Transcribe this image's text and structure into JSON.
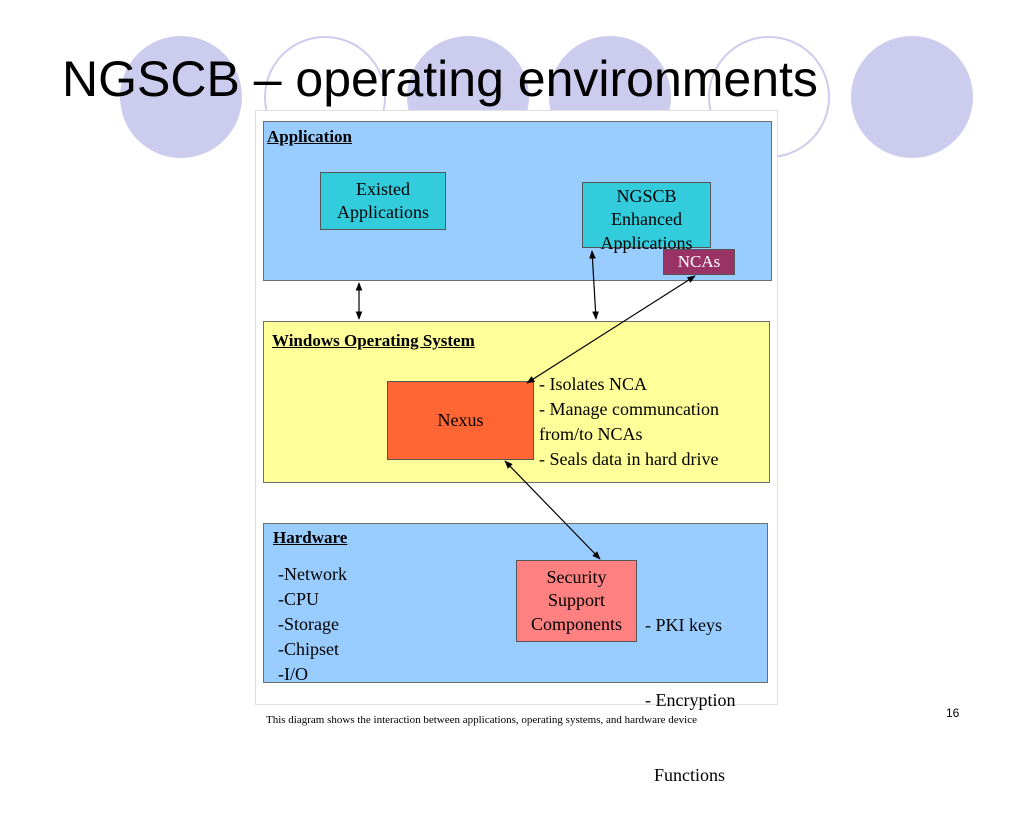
{
  "slide": {
    "title": "NGSCB – operating environments",
    "page_number": "16",
    "caption": "This diagram shows the interaction between applications, operating systems, and hardware device"
  },
  "colors": {
    "decor_circle": "#ccccee",
    "application_layer": "#99ccff",
    "os_layer": "#ffff99",
    "hardware_layer": "#99ccff",
    "app_box": "#33ccdd",
    "nca_box": "#993366",
    "nexus_box": "#ff6633",
    "security_box": "#ff8080"
  },
  "application": {
    "heading": "Application",
    "existed_apps": [
      "Existed",
      "Applications"
    ],
    "ngscb_apps": [
      "NGSCB",
      "Enhanced",
      "Applications"
    ],
    "ncas": "NCAs"
  },
  "os": {
    "heading": "Windows Operating System",
    "nexus": "Nexus",
    "features": [
      "- Isolates NCA",
      "- Manage communcation",
      "from/to NCAs",
      "- Seals data in hard drive"
    ]
  },
  "hardware": {
    "heading": "Hardware",
    "items": [
      "-Network",
      "-CPU",
      "-Storage",
      "-Chipset",
      "-I/O"
    ],
    "security": [
      "Security",
      "Support",
      "Components"
    ],
    "security_features": [
      "- PKI keys",
      "- Encryption",
      "  Functions"
    ]
  }
}
